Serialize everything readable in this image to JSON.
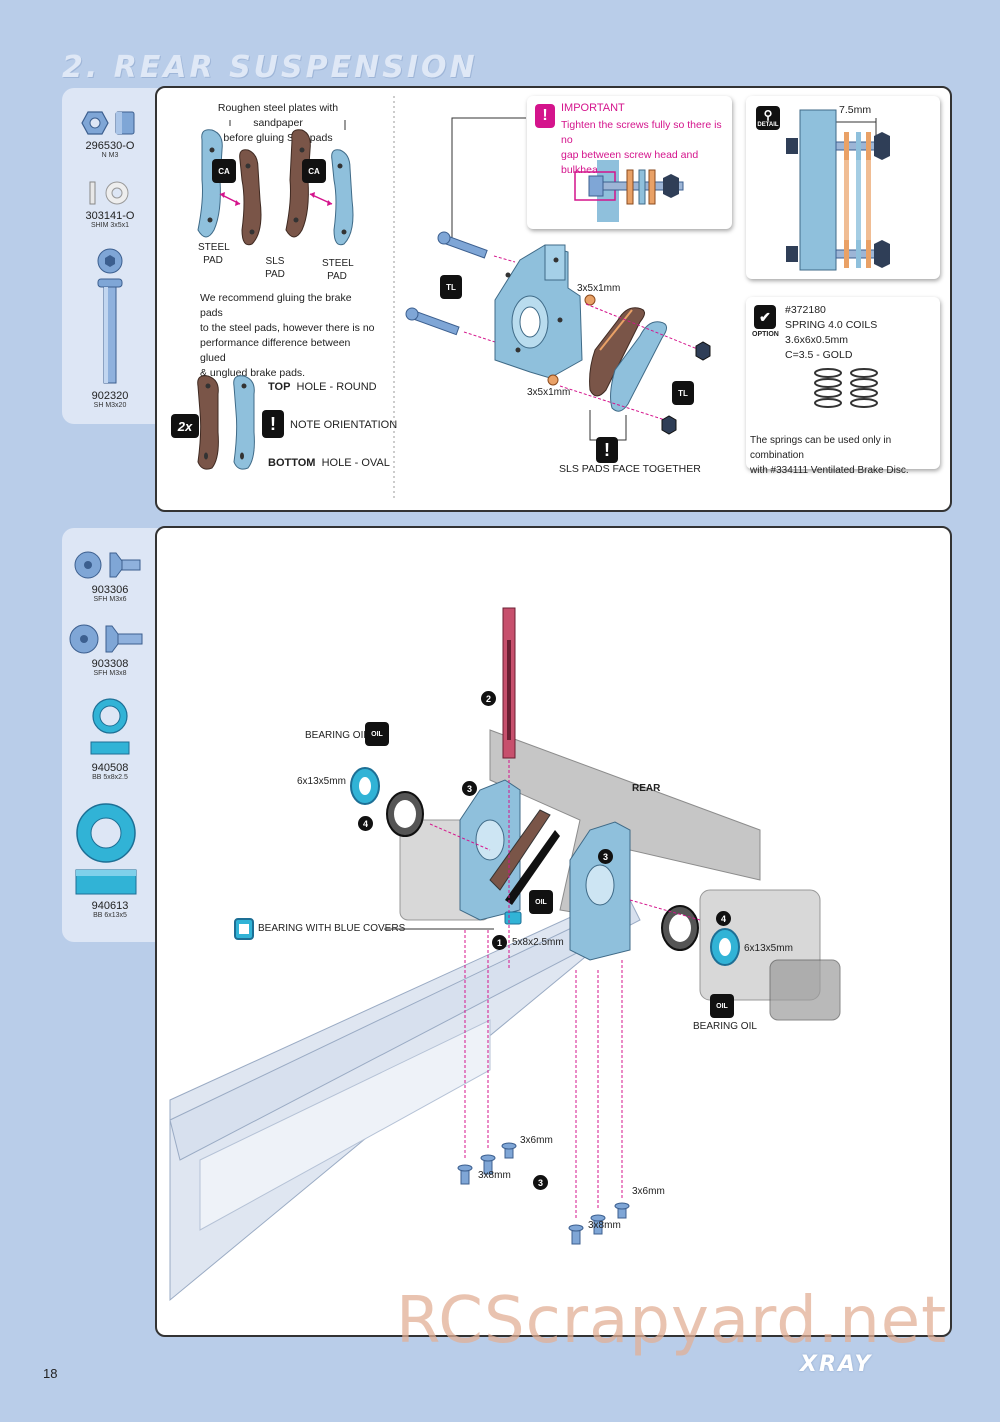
{
  "page": {
    "title": "2. REAR SUSPENSION",
    "page_number": "18",
    "brand": "XRAY",
    "watermark": "RCScrapyard.net"
  },
  "parts_top": [
    {
      "code": "296530-O",
      "name": "N M3",
      "icon": "nut-icon"
    },
    {
      "code": "303141-O",
      "name": "SHIM 3x5x1",
      "icon": "shim-icon"
    },
    {
      "code": "902320",
      "name": "SH M3x20",
      "icon": "screw-icon"
    }
  ],
  "parts_bottom": [
    {
      "code": "903306",
      "name": "SFH M3x6",
      "icon": "flat-head-screw-icon"
    },
    {
      "code": "903308",
      "name": "SFH M3x8",
      "icon": "flat-head-screw-icon"
    },
    {
      "code": "940508",
      "name": "BB 5x8x2.5",
      "icon": "ball-bearing-icon"
    },
    {
      "code": "940613",
      "name": "BB 6x13x5",
      "icon": "ball-bearing-icon"
    }
  ],
  "brake_pads": {
    "note_line1": "Roughen steel plates with sandpaper",
    "note_line2": "before gluing SLS pads",
    "steel_pad_label_line1": "STEEL",
    "steel_pad_label_line2": "PAD",
    "sls_pad_label_line1": "SLS",
    "sls_pad_label_line2": "PAD",
    "steel_pad_label2_line1": "STEEL",
    "steel_pad_label2_line2": "PAD",
    "ca_badge": "CA",
    "recommend_line1": "We recommend gluing the brake pads",
    "recommend_line2": "to the steel pads, however there is no",
    "recommend_line3": "performance difference between glued",
    "recommend_line4": "& unglued brake pads.",
    "qty": "2x",
    "top_label": "TOP",
    "top_hole": "HOLE - ROUND",
    "note_orientation": "NOTE ORIENTATION",
    "bottom_label": "BOTTOM",
    "bottom_hole": "HOLE - OVAL"
  },
  "assembly_top": {
    "shim_label_top": "3x5x1mm",
    "shim_label_bottom": "3x5x1mm",
    "sls_face_together": "SLS PADS FACE TOGETHER",
    "tl_badge": "TL"
  },
  "important": {
    "heading": "IMPORTANT",
    "line1": "Tighten the screws fully so there is no",
    "line2": "gap between screw head and bulkhead."
  },
  "detail": {
    "badge": "DETAIL",
    "dimension": "7.5mm"
  },
  "option": {
    "badge": "OPTION",
    "part_number": "#372180",
    "name": "SPRING 4.0 COILS 3.6x6x0.5mm",
    "rate": "C=3.5 - GOLD",
    "note_line1": "The springs can be used only in combination",
    "note_line2": "with #334111 Ventilated Brake Disc."
  },
  "assembly_bottom": {
    "bearing_oil_left": "BEARING OIL",
    "bearing_oil_right": "BEARING OIL",
    "bearing_left_size": "6x13x5mm",
    "bearing_right_size": "6x13x5mm",
    "bearing_blue_covers": "BEARING WITH BLUE COVERS",
    "small_bearing_size": "5x8x2.5mm",
    "rear_label": "REAR",
    "oil_badge": "OIL",
    "screw_3x6_a": "3x6mm",
    "screw_3x8_a": "3x8mm",
    "screw_3x6_b": "3x6mm",
    "screw_3x8_b": "3x8mm",
    "step_1": "1",
    "step_2": "2",
    "step_3a": "3",
    "step_3b": "3",
    "step_3c": "3",
    "step_4a": "4",
    "step_4b": "4"
  },
  "colors": {
    "background": "#b9cde9",
    "part_blue": "#8fc0dc",
    "pad_brown": "#7a5548",
    "magenta": "#d4148c",
    "bearing_teal": "#31b3d6"
  }
}
